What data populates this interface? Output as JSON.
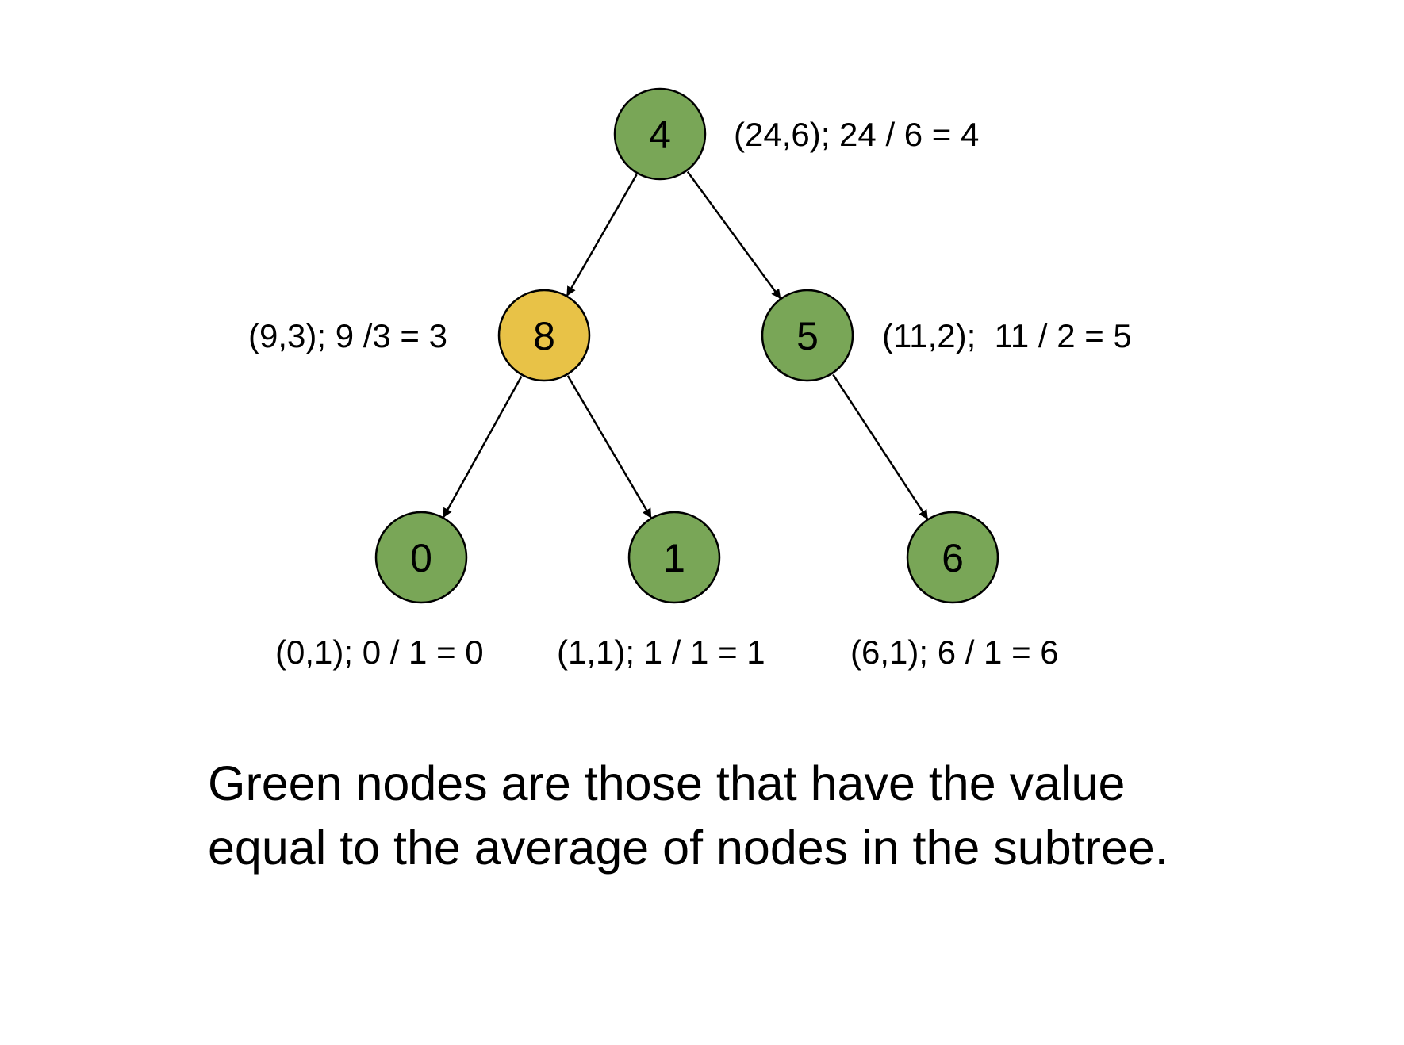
{
  "colors": {
    "match": "#79a657",
    "no_match": "#e8c247",
    "stroke": "#000000"
  },
  "tree": {
    "nodes": [
      {
        "id": "n4",
        "value": "4",
        "status": "match",
        "annotation": "(24,6); 24 / 6 = 4"
      },
      {
        "id": "n8",
        "value": "8",
        "status": "no_match",
        "annotation": "(9,3); 9 /3 = 3"
      },
      {
        "id": "n5",
        "value": "5",
        "status": "match",
        "annotation": "(11,2);  11 / 2 = 5"
      },
      {
        "id": "n0",
        "value": "0",
        "status": "match",
        "annotation": "(0,1); 0 / 1 = 0"
      },
      {
        "id": "n1",
        "value": "1",
        "status": "match",
        "annotation": "(1,1); 1 / 1 = 1"
      },
      {
        "id": "n6",
        "value": "6",
        "status": "match",
        "annotation": "(6,1); 6 / 1 = 6"
      }
    ],
    "edges": [
      {
        "from": "n4",
        "to": "n8"
      },
      {
        "from": "n4",
        "to": "n5"
      },
      {
        "from": "n8",
        "to": "n0"
      },
      {
        "from": "n8",
        "to": "n1"
      },
      {
        "from": "n5",
        "to": "n6"
      }
    ]
  },
  "caption": {
    "line1": "Green nodes are those that have the value",
    "line2": "equal to the average of nodes in the subtree."
  }
}
